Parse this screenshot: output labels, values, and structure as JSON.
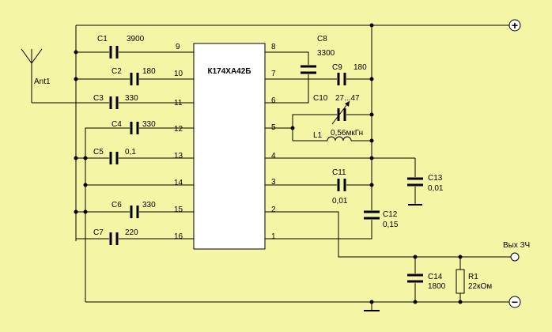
{
  "chip": {
    "name": "К174ХА42Б"
  },
  "pins_left": [
    "9",
    "10",
    "11",
    "12",
    "13",
    "14",
    "15",
    "16"
  ],
  "pins_right": [
    "8",
    "7",
    "6",
    "5",
    "4",
    "3",
    "2",
    "1"
  ],
  "components": {
    "c1": {
      "ref": "C1",
      "value": "3900"
    },
    "c2": {
      "ref": "C2",
      "value": "180"
    },
    "c3": {
      "ref": "C3",
      "value": "330"
    },
    "c4": {
      "ref": "C4",
      "value": "330"
    },
    "c5": {
      "ref": "C5",
      "value": "0,1"
    },
    "c6": {
      "ref": "C6",
      "value": "330"
    },
    "c7": {
      "ref": "C7",
      "value": "220"
    },
    "c8": {
      "ref": "C8",
      "value": "3300"
    },
    "c9": {
      "ref": "C9",
      "value": "180"
    },
    "c10": {
      "ref": "C10",
      "value": "27...47"
    },
    "l1": {
      "ref": "L1",
      "value": "0,56мкГн"
    },
    "c11": {
      "ref": "C11",
      "value": "0,01"
    },
    "c12": {
      "ref": "C12",
      "value": "0,15"
    },
    "c13": {
      "ref": "C13",
      "value": "0,01"
    },
    "c14": {
      "ref": "C14",
      "value": "1800"
    },
    "r1": {
      "ref": "R1",
      "value": "22кОм"
    },
    "ant": {
      "ref": "Ant1"
    }
  },
  "terminals": {
    "plus": "+",
    "minus": "−",
    "out_label": "Вых ЗЧ"
  },
  "colors": {
    "background": "#f5f5a6",
    "ic_fill": "#ffffff",
    "terminal_fill": "#ffffff",
    "wire": "#000000"
  }
}
